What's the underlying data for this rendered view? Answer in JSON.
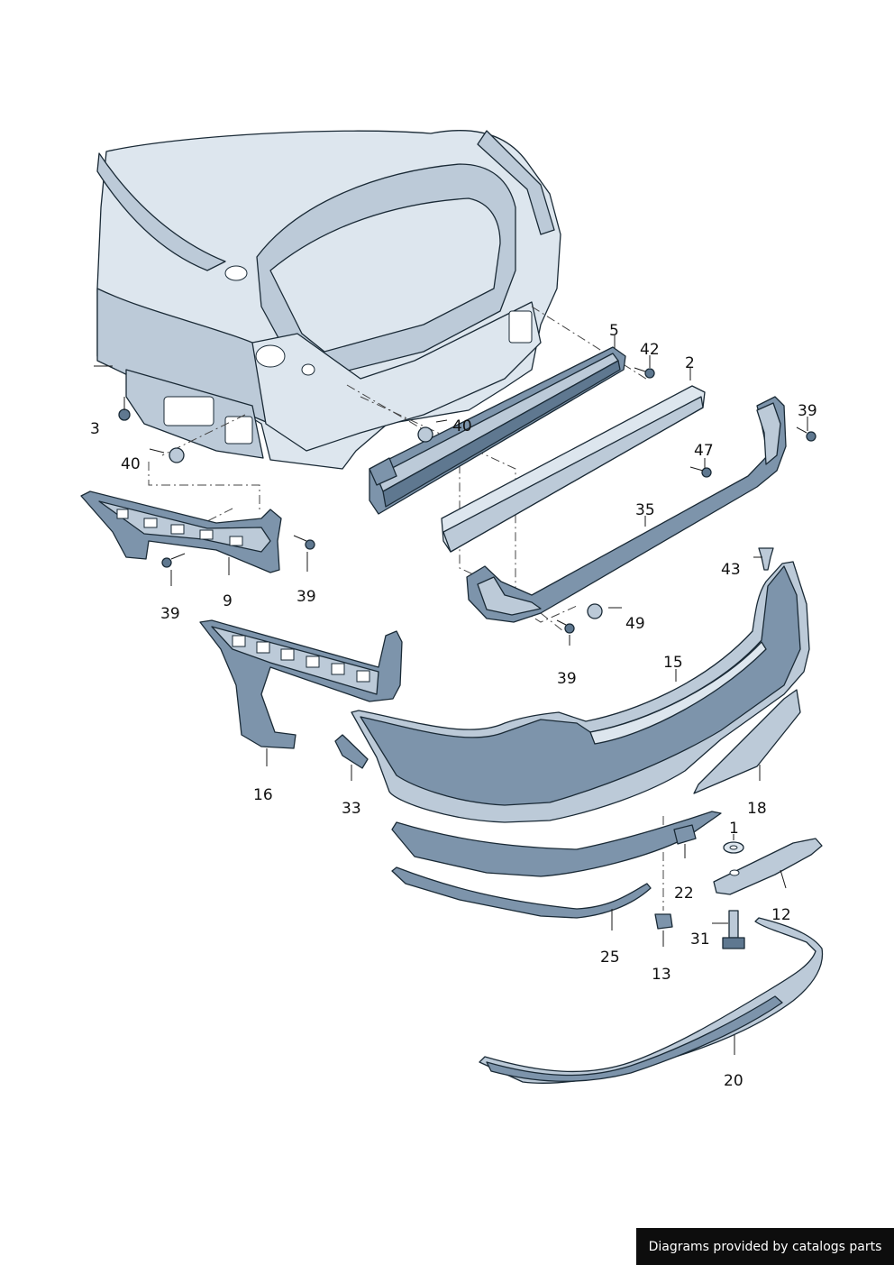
{
  "callouts": {
    "c1": "1",
    "c2": "2",
    "c3": "3",
    "c5": "5",
    "c9": "9",
    "c12": "12",
    "c13": "13",
    "c15": "15",
    "c16": "16",
    "c18": "18",
    "c20": "20",
    "c22": "22",
    "c25": "25",
    "c31": "31",
    "c33": "33",
    "c35": "35",
    "c39a": "39",
    "c39b": "39",
    "c39c": "39",
    "c39d": "39",
    "c40a": "40",
    "c40b": "40",
    "c42": "42",
    "c43": "43",
    "c47": "47",
    "c49": "49"
  },
  "footer": {
    "credit": "Diagrams provided by catalogs parts"
  },
  "colors": {
    "body_light": "#dde6ee",
    "body_mid": "#bccad8",
    "part_dark": "#7d94ab",
    "part_deep": "#5f7890",
    "outline": "#1a2a36"
  }
}
